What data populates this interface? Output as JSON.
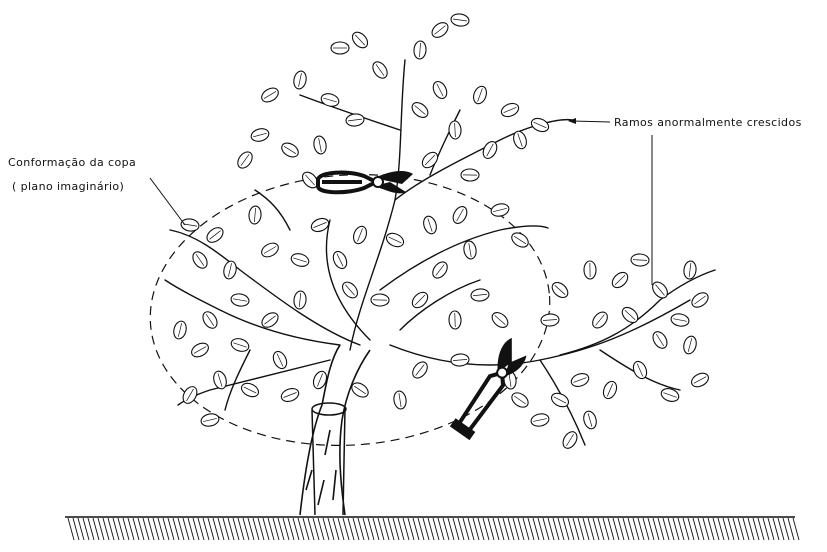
{
  "labels": {
    "canopy_line1": "Conformação da copa",
    "canopy_line2": "( plano imaginário)",
    "branches": "Ramos anormalmente crescidos"
  },
  "icons": {
    "tool_1": "pruning-shears-icon",
    "tool_2": "pruning-shears-icon"
  },
  "colors": {
    "ink": "#111111",
    "background": "#ffffff"
  }
}
